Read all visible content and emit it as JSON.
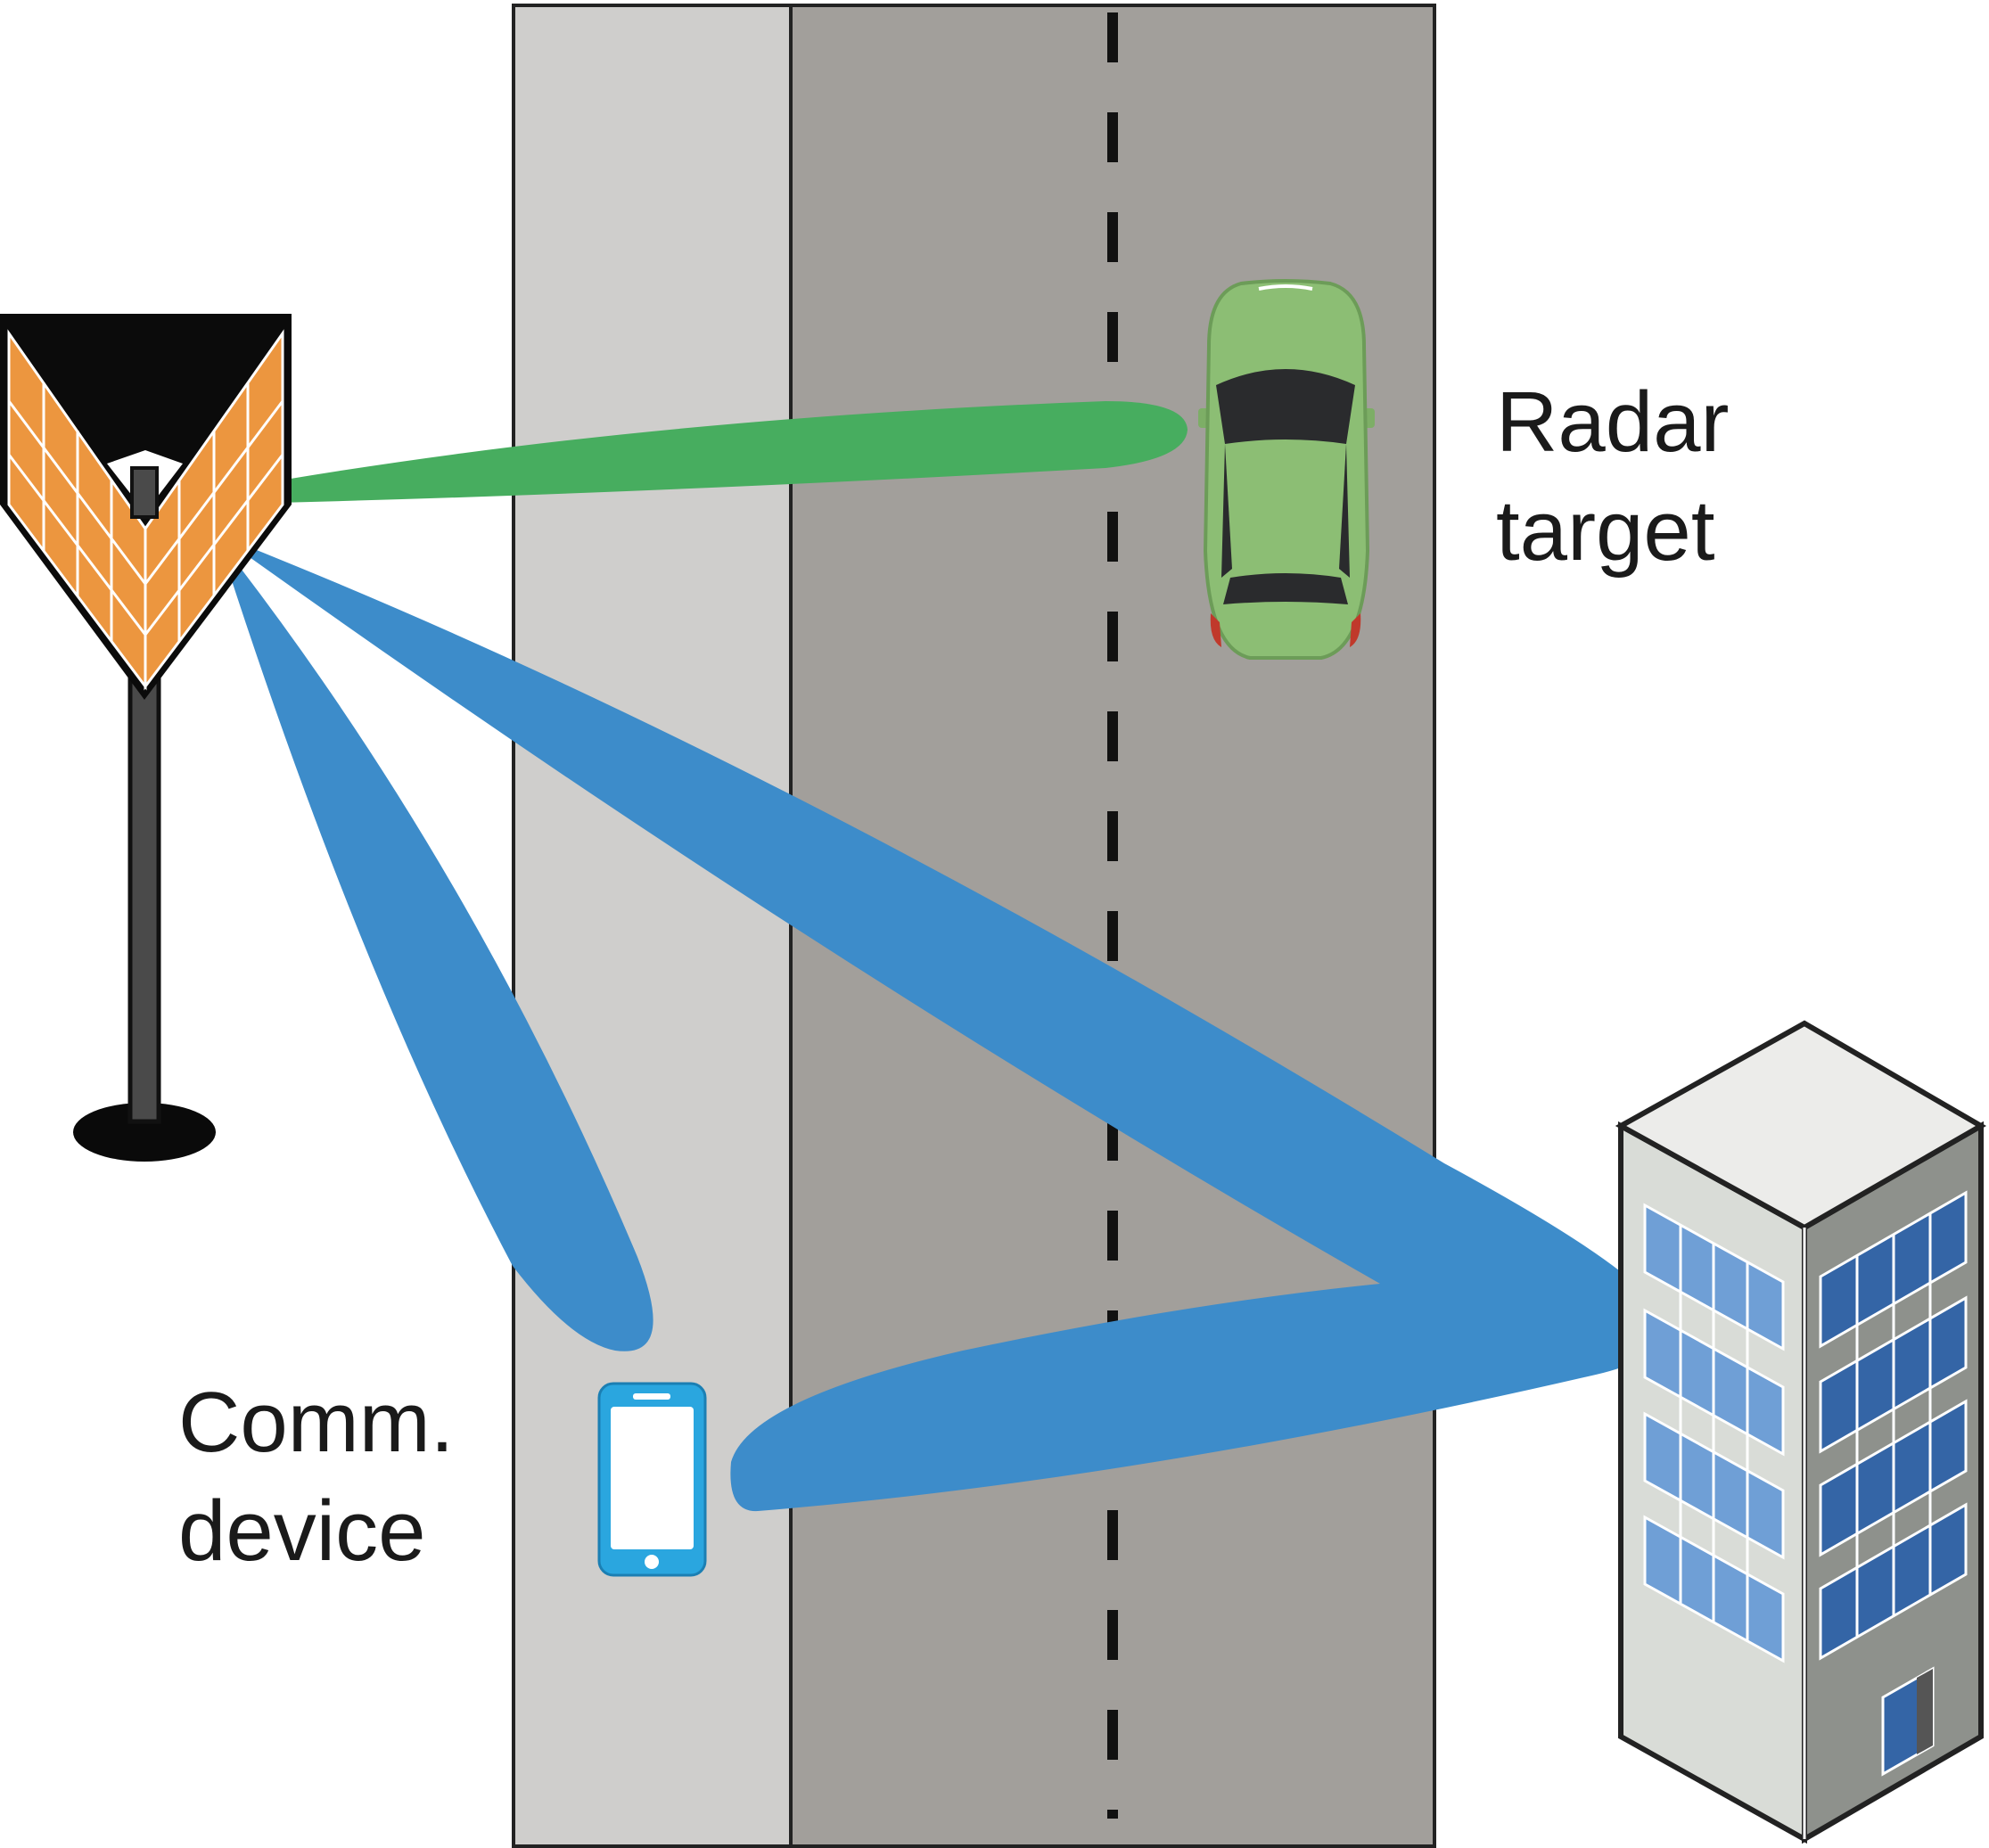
{
  "labels": {
    "radar_line1": "Radar",
    "radar_line2": "target",
    "comm_line1": "Comm.",
    "comm_line2": "device"
  },
  "colors": {
    "road_sidewalk": "#cfcecc",
    "road_lanes": "#a29f9b",
    "lane_marking": "#111111",
    "radar_beam": "#47ad5f",
    "comm_beam": "#3d8cca",
    "panel_orange": "#ec963f",
    "car_body": "#8cbe74",
    "phone_blue": "#2aa6df",
    "building_window": "#6f9fd6"
  },
  "icons": {
    "base_station": "base-station-icon",
    "car": "car-icon",
    "phone": "smartphone-icon",
    "building": "building-icon"
  }
}
